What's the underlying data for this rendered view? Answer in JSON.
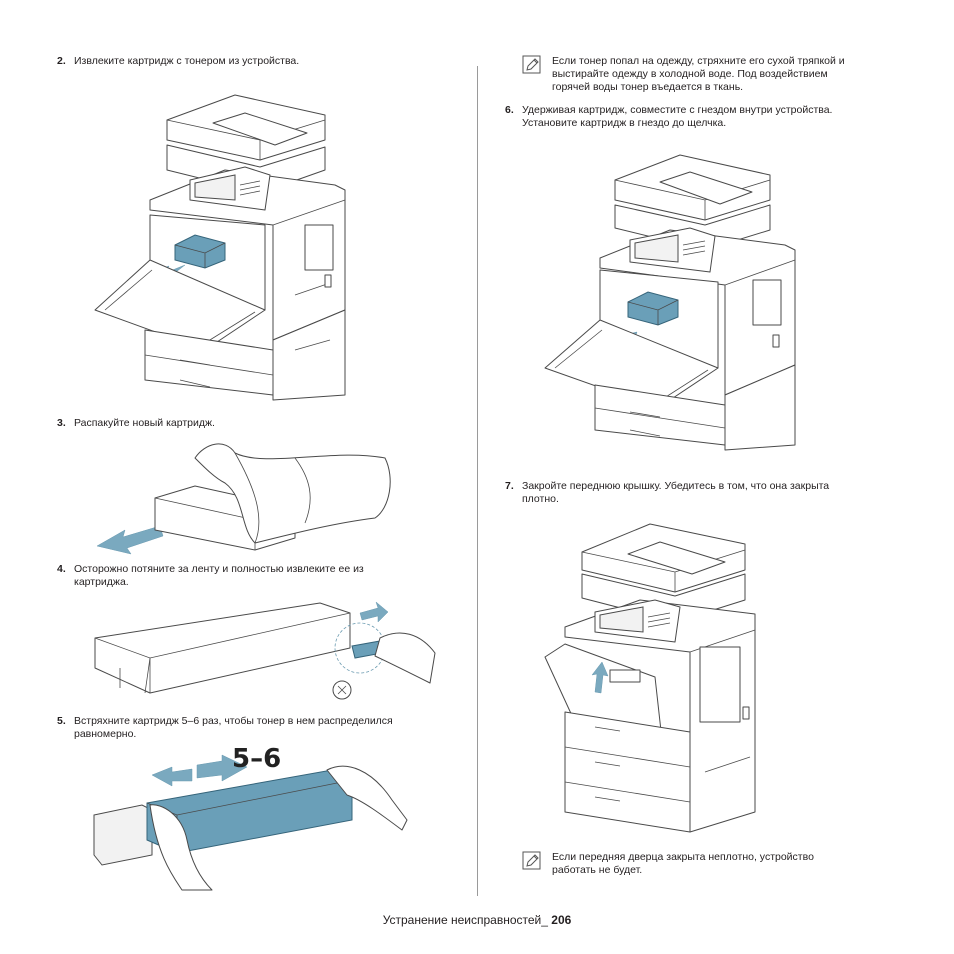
{
  "steps": [
    {
      "num": "2.",
      "text": "Извлеките картридж с тонером из устройства."
    },
    {
      "num": "3.",
      "text": "Распакуйте новый картридж."
    },
    {
      "num": "4.",
      "line1": "Осторожно потяните за ленту и полностью извлеките ее из",
      "line2": "картриджа."
    },
    {
      "num": "5.",
      "line1": "Встряхните картридж 5–6 раз, чтобы тонер в нем распределился",
      "line2": "равномерно."
    },
    {
      "num": "6.",
      "line1": "Удерживая картридж, совместите с гнездом внутри устройства.",
      "line2": "Установите картридж в гнездо до щелчка."
    },
    {
      "num": "7.",
      "line1": "Закройте переднюю крышку. Убедитесь в том, что она закрыта",
      "line2": "плотно."
    }
  ],
  "notes": [
    {
      "line1": "Если тонер попал на одежду, стряхните его сухой тряпкой и",
      "line2": "выстирайте одежду в холодной воде. Под воздействием",
      "line3": "горячей воды тонер въедается в ткань."
    },
    {
      "line1": "Если передняя дверца закрыта неплотно, устройство",
      "line2": "работать не будет."
    }
  ],
  "shake_label": "5–6",
  "footer": {
    "section": "Устранение неисправностей_",
    "page": "206"
  },
  "icons": {
    "note": "note-pencil-icon"
  },
  "colors": {
    "cartridge": "#6a9fb8",
    "arrow": "#7aa9bf",
    "text": "#231f20"
  }
}
